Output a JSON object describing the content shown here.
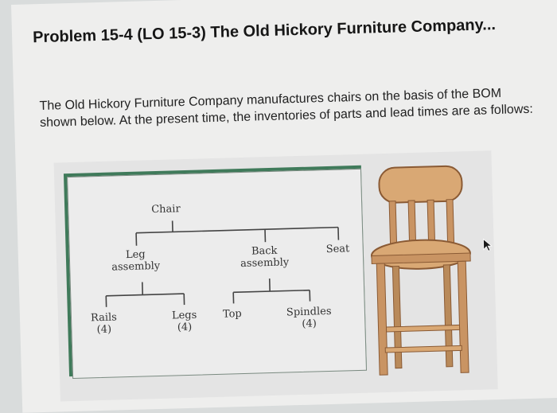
{
  "problem": {
    "title": "Problem 15-4 (LO 15-3) The Old Hickory Furniture Company...",
    "intro": "The Old Hickory Furniture Company manufactures chairs on the basis of the BOM shown below. At the present time, the inventories of parts and lead times are as follows:"
  },
  "bom": {
    "root": "Chair",
    "leg_assembly": [
      "Leg",
      "assembly"
    ],
    "back_assembly": [
      "Back",
      "assembly"
    ],
    "seat": "Seat",
    "rails": [
      "Rails",
      "(4)"
    ],
    "legs": [
      "Legs",
      "(4)"
    ],
    "top": "Top",
    "spindles": [
      "Spindles",
      "(4)"
    ]
  },
  "colors": {
    "board_frame": "#3f7a5a",
    "wood_light": "#d9a874",
    "wood_dark": "#b07c4f"
  },
  "icons": [
    "chair-illustration",
    "mouse-pointer-icon"
  ]
}
